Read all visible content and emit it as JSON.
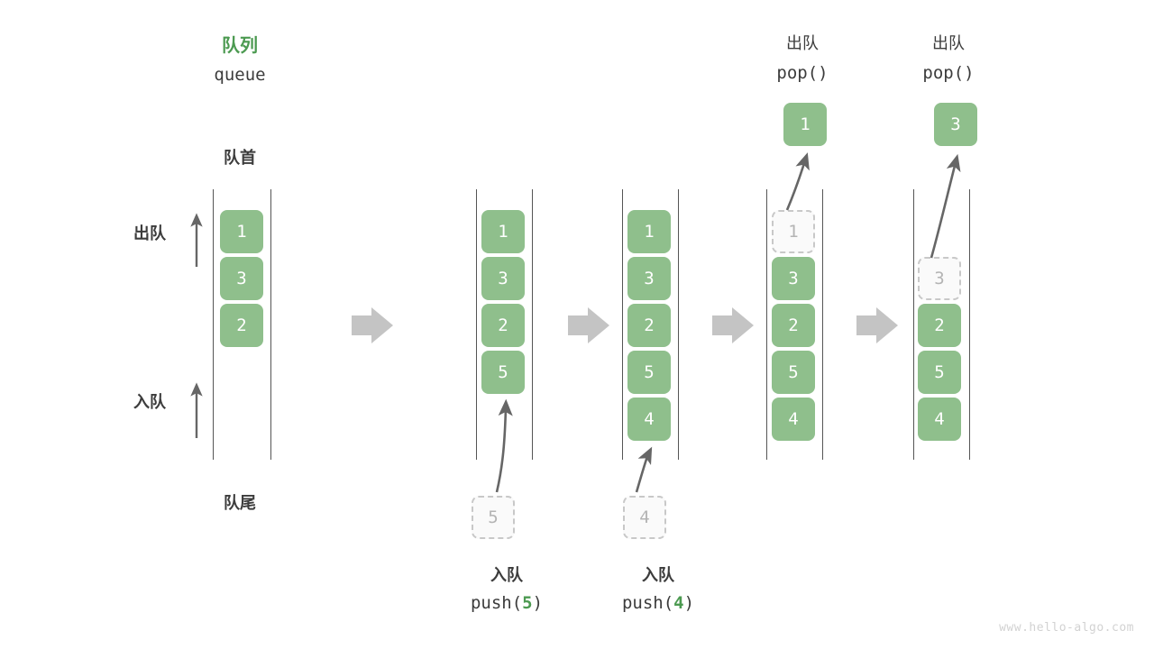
{
  "title": {
    "cn": "队列",
    "en": "queue"
  },
  "labels": {
    "head": "队首",
    "tail": "队尾",
    "dequeue": "出队",
    "enqueue": "入队"
  },
  "watermark": "www.hello-algo.com",
  "colors": {
    "accent_green": "#8FBF8C",
    "title_green": "#4C9A51",
    "text_dark": "#3C3C3C",
    "ghost_border": "#C8C8C8",
    "ghost_text": "#B4B4B4",
    "rail": "#555555",
    "separator_arrow": "#C4C4C4",
    "curve_arrow": "#666666",
    "watermark": "#D2D2D2"
  },
  "columns": [
    {
      "id": "initial",
      "cells": [
        "1",
        "3",
        "2"
      ],
      "ghost_index": null,
      "caption_cn": "",
      "caption_code": "",
      "caption_arg": "",
      "top_label_cn": "",
      "top_label_code": "",
      "popped_value": "",
      "pushed_value": ""
    },
    {
      "id": "push-5",
      "cells": [
        "1",
        "3",
        "2",
        "5"
      ],
      "ghost_index": null,
      "caption_cn": "入队",
      "caption_code_prefix": "push(",
      "caption_arg": "5",
      "caption_code_suffix": ")",
      "pushed_value": "5"
    },
    {
      "id": "push-4",
      "cells": [
        "1",
        "3",
        "2",
        "5",
        "4"
      ],
      "ghost_index": null,
      "caption_cn": "入队",
      "caption_code_prefix": "push(",
      "caption_arg": "4",
      "caption_code_suffix": ")",
      "pushed_value": "4"
    },
    {
      "id": "pop-1",
      "cells": [
        "1",
        "3",
        "2",
        "5",
        "4"
      ],
      "ghost_index": 0,
      "top_label_cn": "出队",
      "top_label_code": "pop()",
      "popped_value": "1"
    },
    {
      "id": "pop-3",
      "cells": [
        "3",
        "2",
        "5",
        "4"
      ],
      "ghost_index": 0,
      "top_label_cn": "出队",
      "top_label_code": "pop()",
      "popped_value": "3"
    }
  ],
  "separators": [
    "arrow-right",
    "arrow-right",
    "arrow-right",
    "arrow-right"
  ]
}
